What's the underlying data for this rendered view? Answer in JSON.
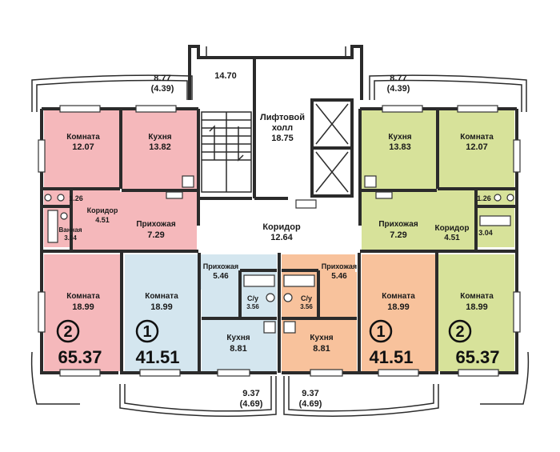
{
  "balconies": {
    "top_left_area": "8.77",
    "top_left_area_half": "(4.39)",
    "top_right_area": "8.77",
    "top_right_area_half": "(4.39)",
    "bottom_left_area": "9.37",
    "bottom_left_area_half": "(4.69)",
    "bottom_right_area": "9.37",
    "bottom_right_area_half": "(4.69)"
  },
  "common": {
    "stair_area": "14.70",
    "lift_hall_label_1": "Лифтовой",
    "lift_hall_label_2": "холл",
    "lift_hall_area": "18.75",
    "corridor_label": "Коридор",
    "corridor_area": "12.64"
  },
  "apt_left_2": {
    "number": "2",
    "total": "65.37",
    "room1_label": "Комната",
    "room1_area": "12.07",
    "kitchen_label": "Кухня",
    "kitchen_area": "13.82",
    "wc_area": "1.26",
    "corridor_label": "Коридор",
    "corridor_area": "4.51",
    "bath_label": "Ванная",
    "bath_area": "3.04",
    "hall_label": "Прихожая",
    "hall_area": "7.29",
    "room2_label": "Комната",
    "room2_area": "18.99"
  },
  "apt_left_1": {
    "number": "1",
    "total": "41.51",
    "room_label": "Комната",
    "room_area": "18.99",
    "hall_label": "Прихожая",
    "hall_area": "5.46",
    "bath_label": "С/у",
    "bath_area": "3.56",
    "kitchen_label": "Кухня",
    "kitchen_area": "8.81"
  },
  "apt_right_1": {
    "number": "1",
    "total": "41.51",
    "room_label": "Комната",
    "room_area": "18.99",
    "hall_label": "Прихожая",
    "hall_area": "5.46",
    "bath_label": "С/у",
    "bath_area": "3.56",
    "kitchen_label": "Кухня",
    "kitchen_area": "8.81"
  },
  "apt_right_2": {
    "number": "2",
    "total": "65.37",
    "kitchen_label": "Кухня",
    "kitchen_area": "13.83",
    "room1_label": "Комната",
    "room1_area": "12.07",
    "wc_area": "1.26",
    "hall_label": "Прихожая",
    "hall_area": "7.29",
    "corridor_label": "Коридор",
    "corridor_area": "4.51",
    "bath_area": "3.04",
    "room2_label": "Комната",
    "room2_area": "18.99"
  },
  "colors": {
    "apt_2_left": "#f5b8bb",
    "apt_1_left": "#d4e6ef",
    "apt_1_right": "#f8c29c",
    "apt_2_right": "#d7e29a"
  }
}
